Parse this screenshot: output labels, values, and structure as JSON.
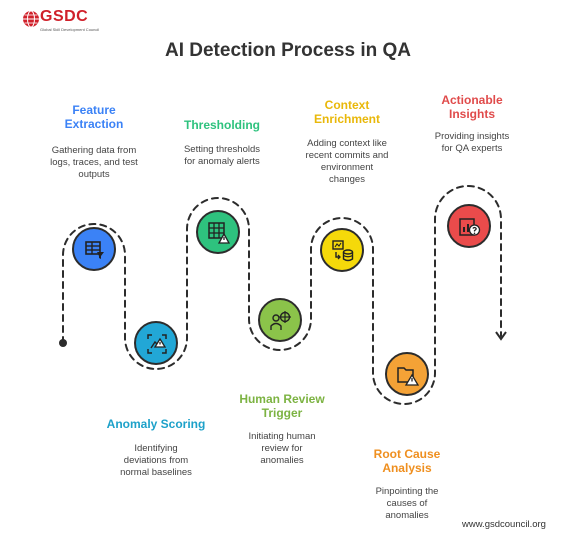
{
  "logo": {
    "text": "GSDC",
    "tagline": "Global Skill Development Council"
  },
  "title": "AI Detection Process in QA",
  "steps": [
    {
      "title_lines": [
        "Feature",
        "Extraction"
      ],
      "desc_lines": [
        "Gathering data from",
        "logs, traces, and test",
        "outputs"
      ],
      "color": "#3b82f6",
      "icon": "data-table-icon"
    },
    {
      "title_lines": [
        "Anomaly Scoring"
      ],
      "desc_lines": [
        "Identifying",
        "deviations from",
        "normal baselines"
      ],
      "color": "#22a7d6",
      "icon": "anomaly-scan-icon"
    },
    {
      "title_lines": [
        "Thresholding"
      ],
      "desc_lines": [
        "Setting thresholds",
        "for anomaly alerts"
      ],
      "color": "#2ec27e",
      "icon": "grid-warning-icon"
    },
    {
      "title_lines": [
        "Human Review",
        "Trigger"
      ],
      "desc_lines": [
        "Initiating human",
        "review for",
        "anomalies"
      ],
      "color": "#8bc34a",
      "icon": "person-target-icon"
    },
    {
      "title_lines": [
        "Context",
        "Enrichment"
      ],
      "desc_lines": [
        "Adding context like",
        "recent commits and",
        "environment",
        "changes"
      ],
      "color": "#f5d90a",
      "icon": "database-context-icon"
    },
    {
      "title_lines": [
        "Root Cause",
        "Analysis"
      ],
      "desc_lines": [
        "Pinpointing the",
        "causes of",
        "anomalies"
      ],
      "color": "#f4a236",
      "icon": "folder-warning-icon"
    },
    {
      "title_lines": [
        "Actionable",
        "Insights"
      ],
      "desc_lines": [
        "Providing insights",
        "for QA experts"
      ],
      "color": "#ea4b4b",
      "icon": "report-question-icon"
    }
  ],
  "colors": {
    "feature": "#3b82f6",
    "anomaly": "#22a7d6",
    "threshold": "#2ec27e",
    "human": "#8bc34a",
    "context": "#e9b80a",
    "root": "#ef8f1f",
    "insights": "#e04b4b"
  },
  "footer": "www.gsdcouncil.org"
}
